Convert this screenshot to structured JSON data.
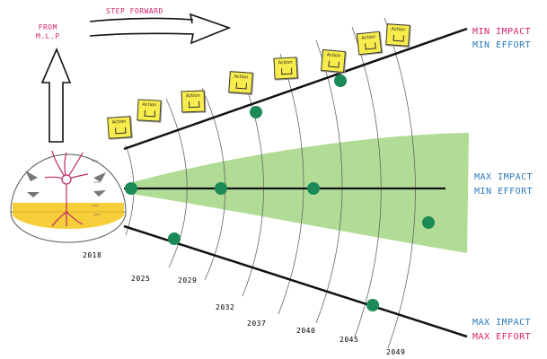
{
  "labels": {
    "from_mlp": "FROM\nM.L.P",
    "step_forward": "STEP FORWARD",
    "min_impact": "MIN IMPACT",
    "min_effort_top": "MIN EFFORT",
    "max_impact_mid": "MAX IMPACT",
    "min_effort_mid": "MIN EFFORT",
    "max_impact_bottom": "MAX IMPACT",
    "max_effort_bottom": "MAX EFFORT"
  },
  "years": [
    "2018",
    "2025",
    "2029",
    "2032",
    "2037",
    "2040",
    "2045",
    "2049"
  ],
  "sticky_notes": [
    {
      "text": "Action"
    },
    {
      "text": "Action"
    },
    {
      "text": "Action"
    },
    {
      "text": "Action"
    },
    {
      "text": "Action"
    },
    {
      "text": "Action"
    },
    {
      "text": "Action"
    },
    {
      "text": "Action"
    }
  ],
  "colors": {
    "cone": "#9fd17a",
    "dot": "#1b8a57",
    "pink": "#d8226e",
    "blue": "#2a78b8",
    "sticky": "#f7ec4b",
    "soil": "#f5c518"
  }
}
